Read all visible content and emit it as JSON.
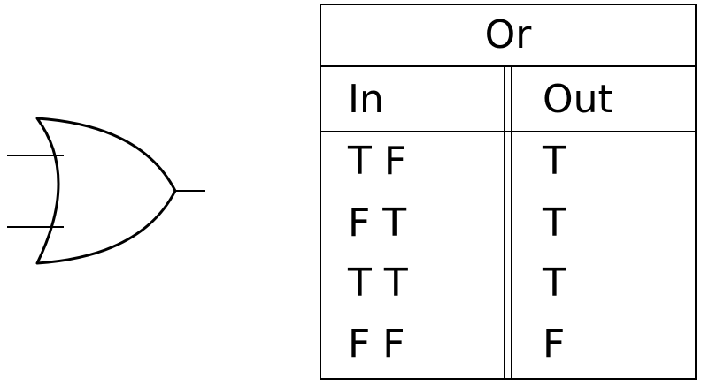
{
  "gate": {
    "type": "OR"
  },
  "table": {
    "title": "Or",
    "headers": {
      "in": "In",
      "out": "Out"
    },
    "rows": [
      {
        "in": "T F",
        "out": "T"
      },
      {
        "in": "F T",
        "out": "T"
      },
      {
        "in": "T T",
        "out": "T"
      },
      {
        "in": "F F",
        "out": "F"
      }
    ]
  }
}
